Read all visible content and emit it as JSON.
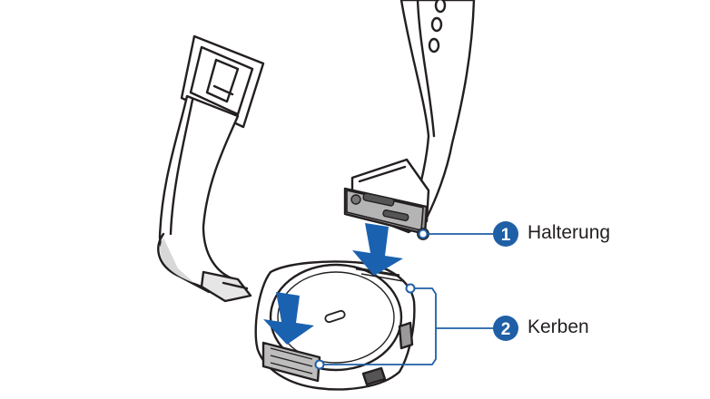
{
  "callouts": [
    {
      "number": "1",
      "label": "Halterung"
    },
    {
      "number": "2",
      "label": "Kerben"
    }
  ],
  "colors": {
    "callout_blue": "#1f5fa6",
    "arrow_blue": "#1a62b0",
    "line_art": "#231f20",
    "strap_shadow": "#d8d8d8"
  },
  "icons": [
    "watch-strap-buckle",
    "watch-strap-pin-holes",
    "watch-body",
    "down-arrow"
  ]
}
